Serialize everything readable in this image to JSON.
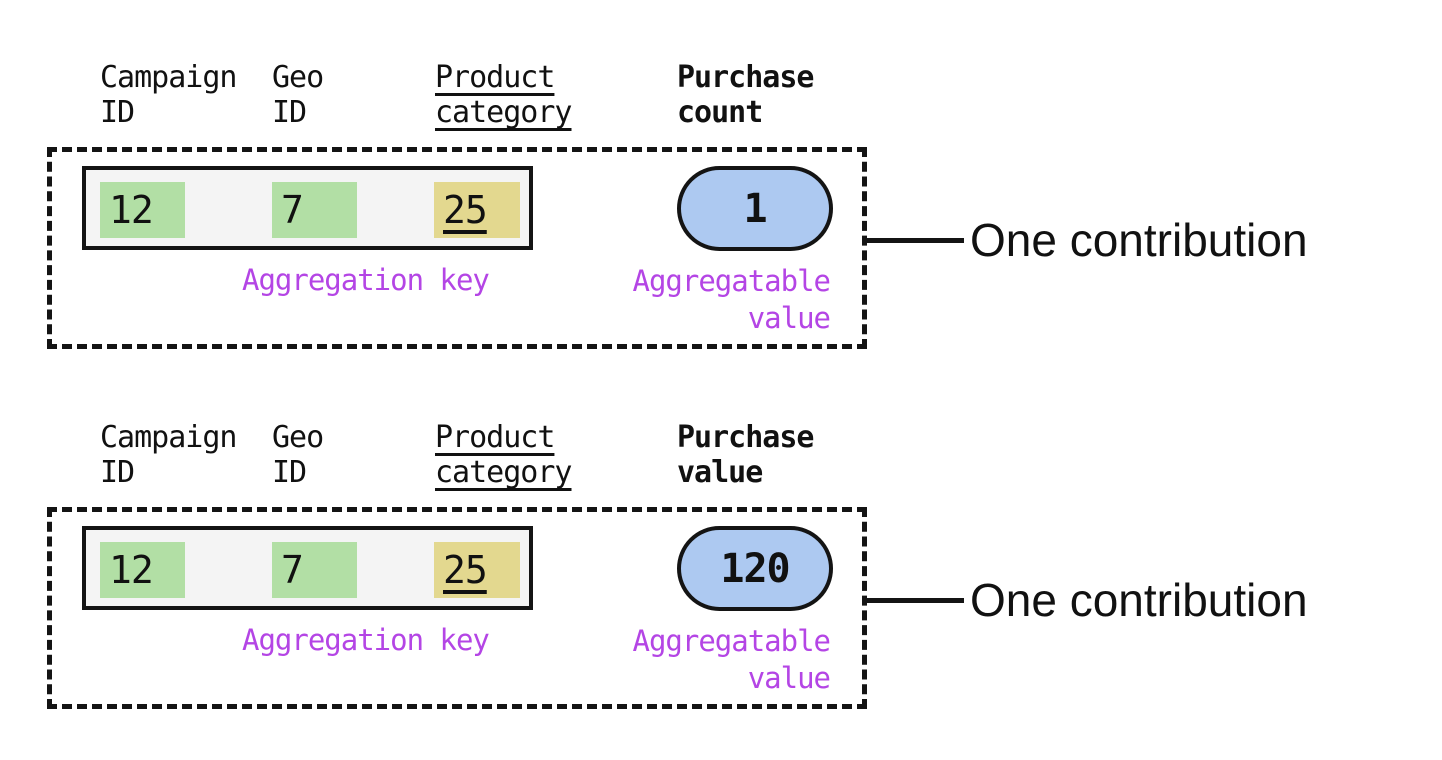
{
  "colors": {
    "green": "#b2dfa5",
    "yellow": "#e3d88f",
    "blue": "#adc9f1",
    "purple": "#b445e5",
    "ink": "#141414",
    "recordBg": "#f4f4f4"
  },
  "contributions": [
    {
      "columns": [
        {
          "label_line1": "Campaign",
          "label_line2": "ID",
          "value": "12",
          "highlight": "green",
          "underlined": false
        },
        {
          "label_line1": "Geo",
          "label_line2": "ID",
          "value": "7",
          "highlight": "green",
          "underlined": false
        },
        {
          "label_line1": "Product",
          "label_line2": "category",
          "value": "25",
          "highlight": "yellow",
          "underlined": true
        }
      ],
      "metric": {
        "label_line1": "Purchase",
        "label_line2": "count",
        "value": "1"
      },
      "labels": {
        "aggregation_key": "Aggregation key",
        "aggregatable_value_line1": "Aggregatable",
        "aggregatable_value_line2": "value"
      },
      "callout": "One contribution"
    },
    {
      "columns": [
        {
          "label_line1": "Campaign",
          "label_line2": "ID",
          "value": "12",
          "highlight": "green",
          "underlined": false
        },
        {
          "label_line1": "Geo",
          "label_line2": "ID",
          "value": "7",
          "highlight": "green",
          "underlined": false
        },
        {
          "label_line1": "Product",
          "label_line2": "category",
          "value": "25",
          "highlight": "yellow",
          "underlined": true
        }
      ],
      "metric": {
        "label_line1": "Purchase",
        "label_line2": "value",
        "value": "120"
      },
      "labels": {
        "aggregation_key": "Aggregation key",
        "aggregatable_value_line1": "Aggregatable",
        "aggregatable_value_line2": "value"
      },
      "callout": "One contribution"
    }
  ]
}
